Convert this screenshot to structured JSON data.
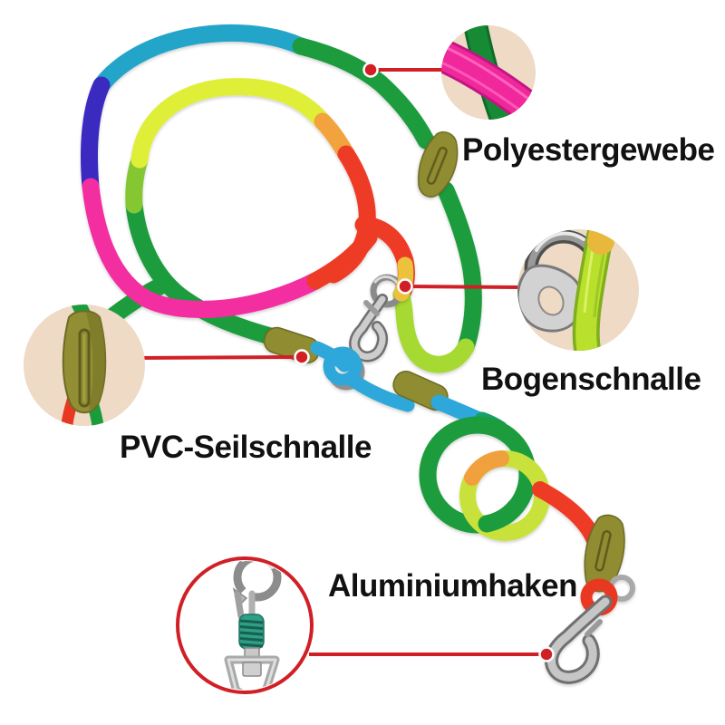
{
  "product": "rainbow-rope-dog-leash",
  "callouts": [
    {
      "id": "polyester-fabric",
      "label": "Polyestergewebe",
      "closeup": "braided-pink-rope-closeup"
    },
    {
      "id": "arc-buckle",
      "label": "Bogenschnalle",
      "closeup": "metal-ring-and-clasp-closeup"
    },
    {
      "id": "pvc-rope-buckle",
      "label": "PVC-Seilschnalle",
      "closeup": "olive-cord-lock-closeup"
    },
    {
      "id": "aluminium-hook",
      "label": "Aluminiumhaken",
      "closeup": "swivel-bolt-snap-closeup"
    }
  ],
  "palette": {
    "accent_red": "#d11f26",
    "callout_beige": "#eedac5",
    "label_text": "#111111",
    "rope_teal": "#22a5c9",
    "rope_indigo": "#3a2cc0",
    "rope_pink": "#f32da0",
    "rope_green": "#1a9c3c",
    "rope_yellow": "#dfef39",
    "rope_lime": "#84c733",
    "rope_orange": "#f2a33c",
    "rope_red": "#ee3b25",
    "rope_blue": "#2fa7da",
    "rope_chartreuse": "#b8e02c",
    "sleeve_olive": "#8f8c33",
    "hardware_silver": "#c6c6c6",
    "spring_teal": "#2f9e86"
  }
}
